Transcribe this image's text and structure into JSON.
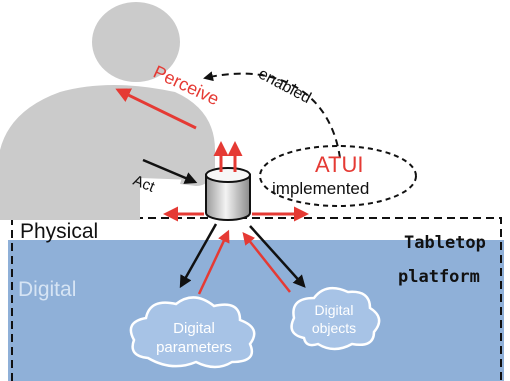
{
  "colors": {
    "silhouette": "#cbcbcb",
    "water": "#8fb0d8",
    "accent_red": "#e53a34",
    "dark": "#111111",
    "white": "#ffffff"
  },
  "labels": {
    "perceive": "Perceive",
    "enabled": "enabled",
    "act": "Act",
    "atui": "ATUI",
    "implemented": "implemented",
    "physical": "Physical",
    "digital": "Digital",
    "tabletop": "Tabletop",
    "platform": "platform",
    "digital_parameters_line1": "Digital",
    "digital_parameters_line2": "parameters",
    "digital_objects_line1": "Digital",
    "digital_objects_line2": "objects"
  }
}
